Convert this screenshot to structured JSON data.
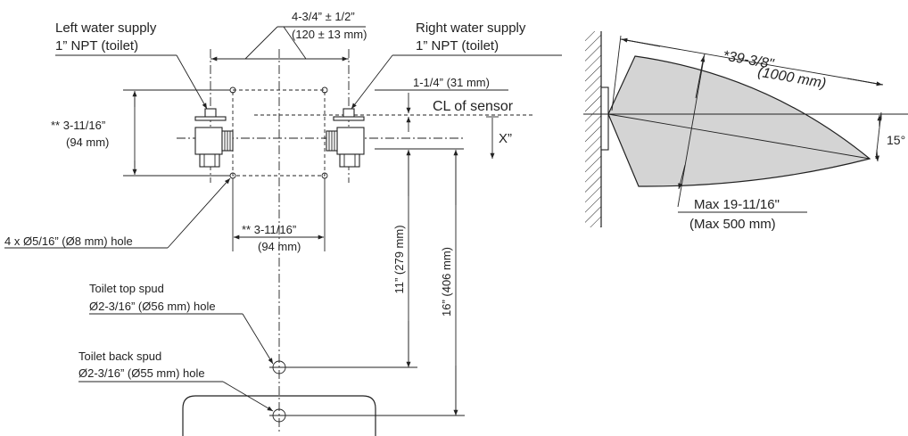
{
  "plan": {
    "left_supply_line1": "Left water supply",
    "left_supply_line2": "1” NPT (toilet)",
    "right_supply_line1": "Right water supply",
    "right_supply_line2": "1” NPT (toilet)",
    "spacing_line1": "4-3/4” ± 1/2”",
    "spacing_line2": "(120 ± 13 mm)",
    "vertical_pitch_line1": "** 3-11/16”",
    "vertical_pitch_line2": "(94 mm)",
    "horizontal_pitch_line1": "** 3-11/16”",
    "horizontal_pitch_line2": "(94 mm)",
    "sensor_offset": "1-1/4” (31 mm)",
    "cl_sensor": "CL of sensor",
    "x_dim": "X”",
    "holes": "4 x Ø5/16” (Ø8 mm) hole",
    "dim_11": "11” (279 mm)",
    "dim_16": "16” (406 mm)",
    "top_spud_line1": "Toilet top spud",
    "top_spud_line2": "Ø2-3/16” (Ø56 mm) hole",
    "back_spud_line1": "Toilet back spud",
    "back_spud_line2": "Ø2-3/16” (Ø55 mm) hole"
  },
  "sensor": {
    "range_line1": "*39-3/8\"",
    "range_line2": "(1000 mm)",
    "angle": "15°",
    "width_line1": "Max 19-11/16\"",
    "width_line2": "(Max 500 mm)"
  },
  "colors": {
    "line": "#222222",
    "detection_zone": "#d4d4d4"
  }
}
